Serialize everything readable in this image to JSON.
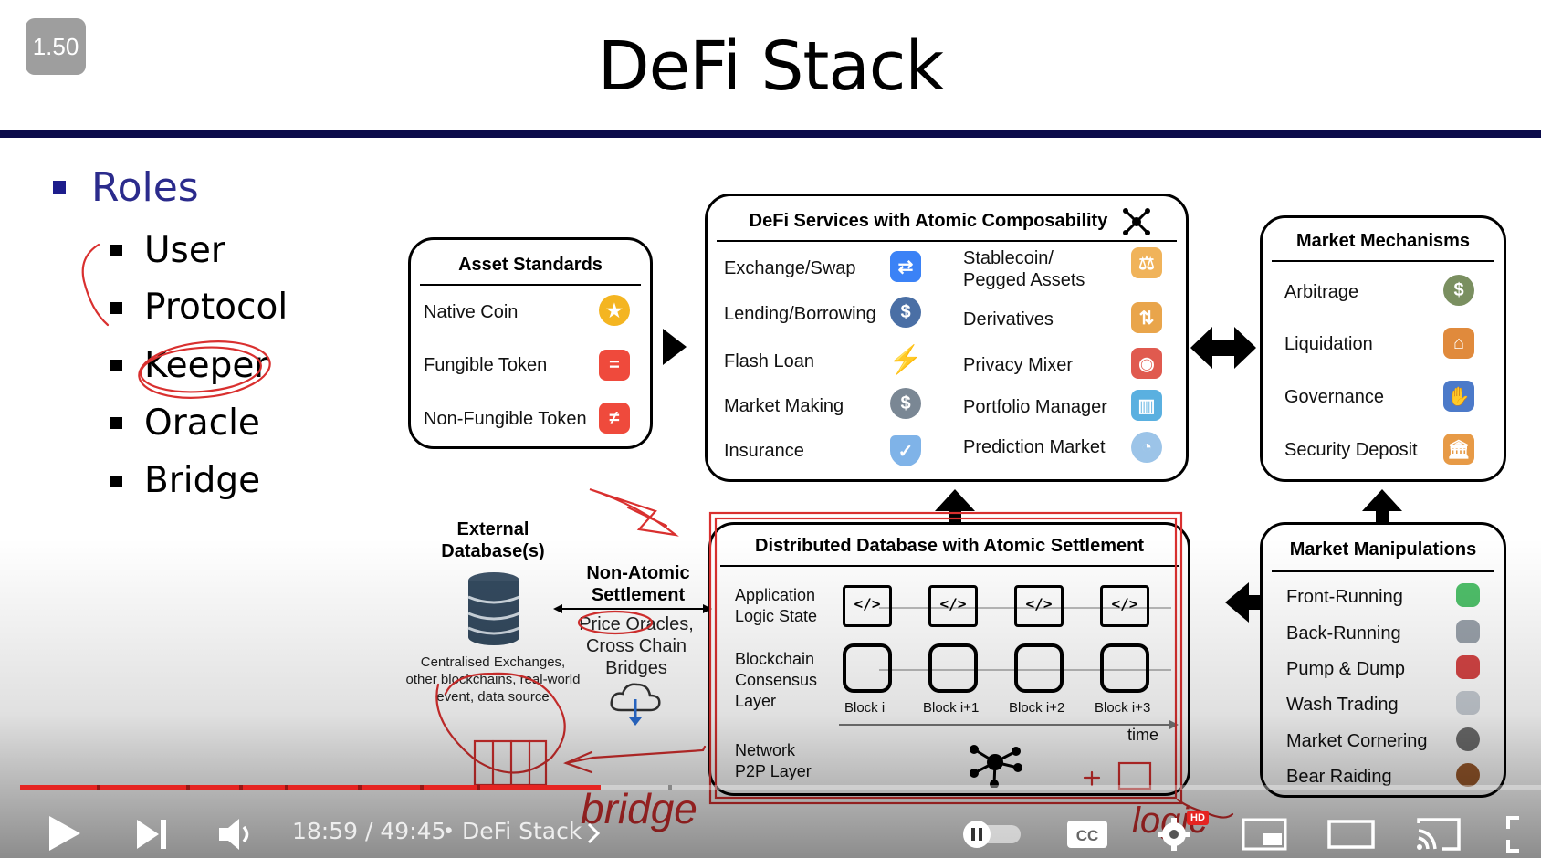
{
  "player": {
    "speed_badge": "1.50",
    "time_current": "18:59",
    "time_sep": " / ",
    "time_total": "49:45",
    "chapter_dot": "•",
    "chapter_title": "DeFi Stack",
    "progress": 0.382,
    "hd_badge": "HD",
    "icons": [
      "play-icon",
      "next-icon",
      "volume-icon",
      "chevron-right-icon",
      "autoplay-toggle-icon",
      "cc-icon",
      "settings-icon",
      "miniplayer-icon",
      "theater-icon",
      "cast-icon",
      "fullscreen-icon"
    ]
  },
  "slide": {
    "title": "DeFi Stack",
    "roles_heading": "Roles",
    "roles": [
      "User",
      "Protocol",
      "Keeper",
      "Oracle",
      "Bridge"
    ]
  },
  "asset_standards": {
    "title": "Asset Standards",
    "items": [
      {
        "label": "Native Coin",
        "icon": "coin-icon",
        "glyph": "★",
        "color": "#f4b521"
      },
      {
        "label": "Fungible Token",
        "icon": "equals-icon",
        "glyph": "=",
        "color": "#ef4a3c"
      },
      {
        "label": "Non-Fungible Token",
        "icon": "not-equals-icon",
        "glyph": "≠",
        "color": "#ef4a3c"
      }
    ]
  },
  "defi_services": {
    "title": "DeFi Services with Atomic Composability",
    "left": [
      {
        "label": "Exchange/Swap",
        "icon": "swap-icon",
        "glyph": "⇄",
        "color": "#3b82f6"
      },
      {
        "label": "Lending/Borrowing",
        "icon": "lending-icon",
        "glyph": "$",
        "color": "#4a6fa5"
      },
      {
        "label": "Flash Loan",
        "icon": "lightning-icon",
        "glyph": "⚡",
        "color": "#f7c948"
      },
      {
        "label": "Market Making",
        "icon": "faucet-icon",
        "glyph": "$",
        "color": "#7a8794"
      },
      {
        "label": "Insurance",
        "icon": "shield-icon",
        "glyph": "✓",
        "color": "#7fb3e8"
      }
    ],
    "right": [
      {
        "label": "Stablecoin/\nPegged Assets",
        "icon": "balance-scale-icon",
        "glyph": "⚖",
        "color": "#f0b35a"
      },
      {
        "label": "Derivatives",
        "icon": "derivatives-icon",
        "glyph": "⇅",
        "color": "#e9a54b"
      },
      {
        "label": "Privacy Mixer",
        "icon": "mixer-icon",
        "glyph": "◉",
        "color": "#e05a4f"
      },
      {
        "label": "Portfolio Manager",
        "icon": "portfolio-chart-icon",
        "glyph": "▥",
        "color": "#5ab0e0"
      },
      {
        "label": "Prediction Market",
        "icon": "crystal-ball-icon",
        "glyph": "◔",
        "color": "#9cc4e8"
      }
    ]
  },
  "market_mechanisms": {
    "title": "Market Mechanisms",
    "items": [
      {
        "label": "Arbitrage",
        "icon": "arbitrage-icon",
        "glyph": "$",
        "color": "#7a8f60"
      },
      {
        "label": "Liquidation",
        "icon": "liquidation-icon",
        "glyph": "⌂",
        "color": "#e08a3c"
      },
      {
        "label": "Governance",
        "icon": "governance-icon",
        "glyph": "✋",
        "color": "#4c7ac9"
      },
      {
        "label": "Security Deposit",
        "icon": "bank-icon",
        "glyph": "🏛",
        "color": "#e79a46"
      }
    ]
  },
  "market_manipulations": {
    "title": "Market Manipulations",
    "items": [
      {
        "label": "Front-Running",
        "icon": "water-gun-icon",
        "color": "#4fc06a"
      },
      {
        "label": "Back-Running",
        "icon": "shoe-icon",
        "color": "#9aa2ab"
      },
      {
        "label": "Pump & Dump",
        "icon": "gas-can-icon",
        "color": "#d64545"
      },
      {
        "label": "Wash Trading",
        "icon": "bathtub-icon",
        "color": "#c7cdd4"
      },
      {
        "label": "Market Cornering",
        "icon": "soccer-ball-icon",
        "color": "#6f6f6f"
      },
      {
        "label": "Bear Raiding",
        "icon": "bear-icon",
        "color": "#9a5a2c"
      }
    ]
  },
  "external": {
    "title": "External\nDatabase(s)",
    "caption": "Centralised Exchanges,\nother blockchains, real-world\nevent, data source",
    "non_atomic_title": "Non-Atomic\nSettlement",
    "links": "Price Oracles,\nCross Chain\nBridges"
  },
  "distributed_db": {
    "title": "Distributed Database with Atomic Settlement",
    "layer_app": "Application\nLogic State",
    "layer_consensus": "Blockchain\nConsensus\nLayer",
    "layer_network": "Network\nP2P Layer",
    "code_glyph": "</>",
    "blocks": [
      "Block i",
      "Block i+1",
      "Block i+2",
      "Block i+3"
    ],
    "time_label": "time"
  },
  "annotations": {
    "bridge_word": "bridge",
    "logic_word": "logic"
  },
  "colors": {
    "accent_red": "#e52421",
    "annotation_red": "#d9302f",
    "heading_blue": "#2b2b8c",
    "rule_navy": "#0b0b4a"
  }
}
